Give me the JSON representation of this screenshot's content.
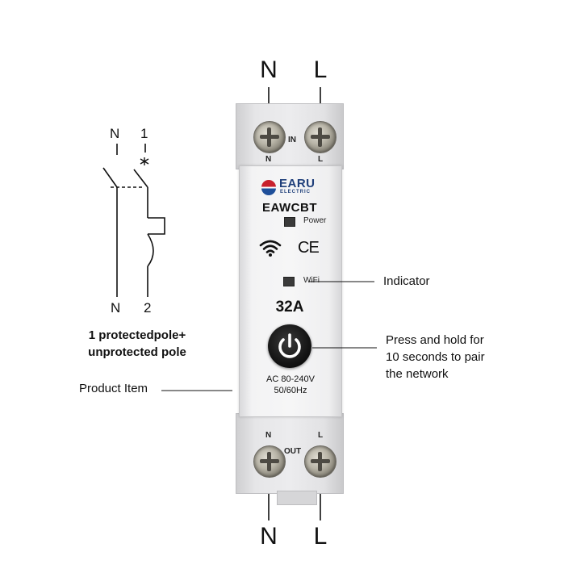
{
  "top_labels": {
    "n": "N",
    "l": "L"
  },
  "bottom_labels": {
    "n": "N",
    "l": "L"
  },
  "device": {
    "in_terminal": {
      "n": "N",
      "label": "IN",
      "l": "L"
    },
    "out_terminal": {
      "n": "N",
      "label": "OUT",
      "l": "L"
    },
    "brand_name": "EARU",
    "brand_sub": "ELECTRIC",
    "model": "EAWCBT",
    "power_label": "Power",
    "ce_mark": "CE",
    "wifi_label": "WiFi",
    "rating": "32A",
    "voltage": "AC 80-240V",
    "frequency": "50/60Hz"
  },
  "callouts": {
    "indicator": "Indicator",
    "press_line1": "Press and hold for",
    "press_line2": "10 seconds to pair",
    "press_line3": "the network",
    "product_item": "Product Item"
  },
  "schematic": {
    "top_n": "N",
    "top_1": "1",
    "bottom_n": "N",
    "bottom_2": "2",
    "caption_line1": "1 protectedpole+",
    "caption_line2": "unprotected pole"
  }
}
